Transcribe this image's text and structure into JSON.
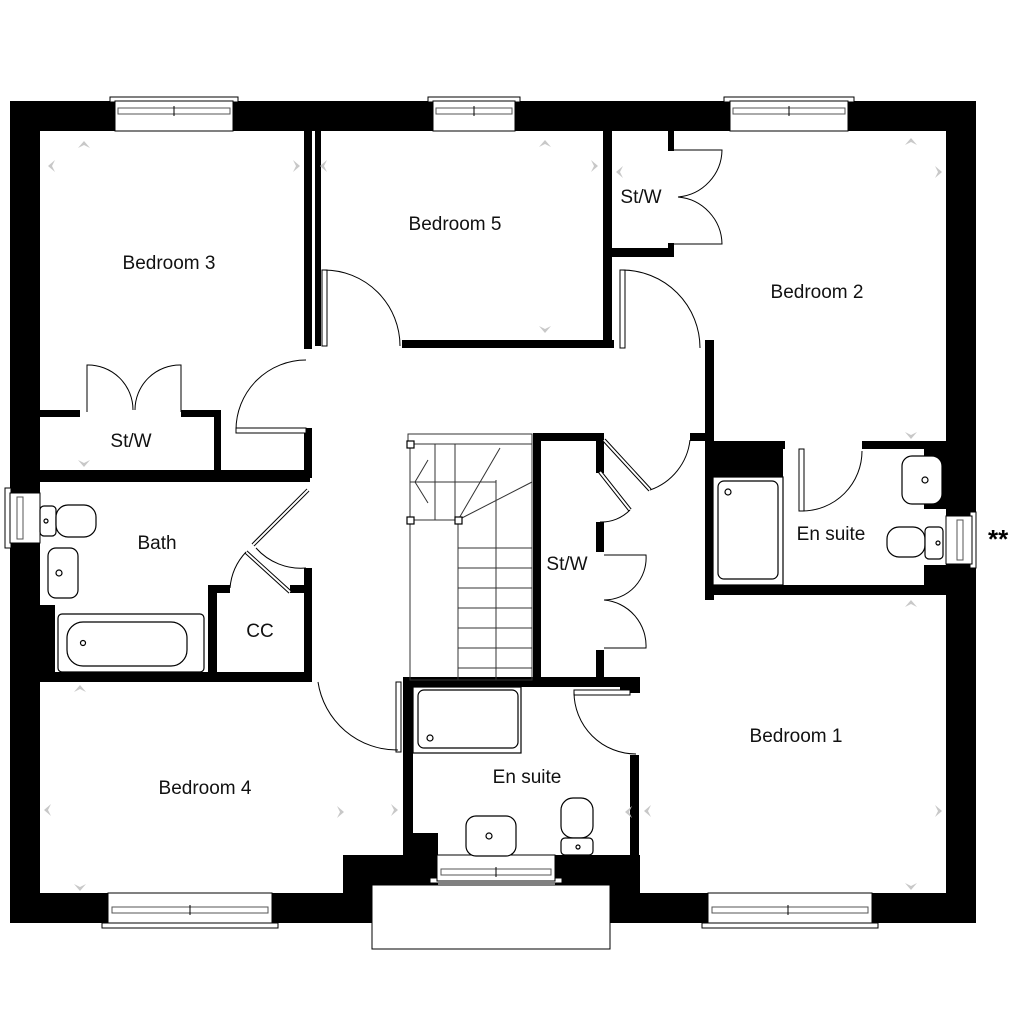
{
  "plan": {
    "type": "floor-plan",
    "colors": {
      "wall": "#000000",
      "background": "#ffffff",
      "dimension_marker": "#c8c8c8"
    },
    "rooms": [
      {
        "id": "bedroom3",
        "label": "Bedroom 3"
      },
      {
        "id": "bedroom5",
        "label": "Bedroom 5"
      },
      {
        "id": "bedroom2",
        "label": "Bedroom 2"
      },
      {
        "id": "stw_bed3",
        "label": "St/W"
      },
      {
        "id": "stw_bed2",
        "label": "St/W"
      },
      {
        "id": "stw_landing",
        "label": "St/W"
      },
      {
        "id": "bath",
        "label": "Bath"
      },
      {
        "id": "cc",
        "label": "CC"
      },
      {
        "id": "ensuite_bed2",
        "label": "En suite"
      },
      {
        "id": "ensuite_bed1",
        "label": "En suite"
      },
      {
        "id": "bedroom4",
        "label": "Bedroom 4"
      },
      {
        "id": "bedroom1",
        "label": "Bedroom 1"
      }
    ],
    "note_marker": "**"
  }
}
